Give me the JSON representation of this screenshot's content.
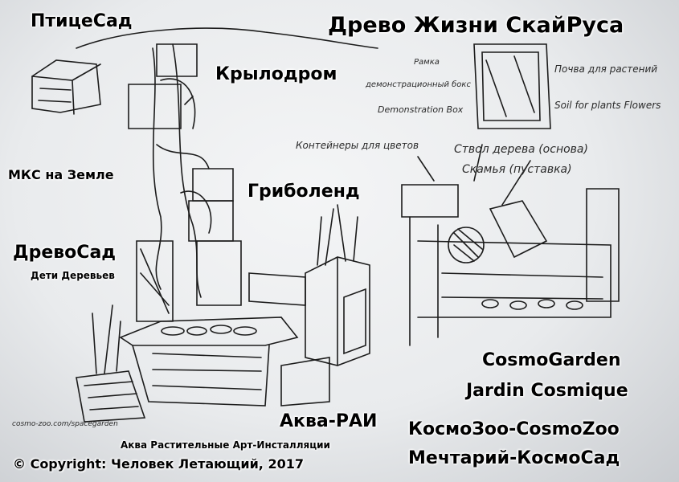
{
  "labels": {
    "title": "Древо Жизни СкайРуса",
    "ptitsesad": "ПтицеСад",
    "krylodrom": "Крылодром",
    "mks": "МКС на Земле",
    "gribolend": "Гриболенд",
    "drevosad": "ДревоСад",
    "deti": "Дети Деревьев",
    "cosmogarden": "CosmoGarden",
    "jardin": "Jardin Cosmique",
    "akvarai": "Аква-РАИ",
    "akva_sub": "Аква Растительные Арт-Инсталляции",
    "copyright": "© Copyright: Человек Летающий, 2017",
    "kosmozoo": "КосмоЗоо-CosmoZoo",
    "mechtariy": "Мечтарий-КосмоСад"
  },
  "handwriting": {
    "note_box": "демонстрационный бокс",
    "demo_box": "Demonstration Box",
    "ramka": "Рамка",
    "soil_ru": "Почва для растений",
    "soil_en": "Soil for plants Flowers",
    "containers": "Контейнеры для цветов",
    "trunk": "Ствол дерева (основа)",
    "bench": "Скамья (пуставка)",
    "url": "cosmo-zoo.com/spacegarden"
  },
  "colors": {
    "ink": "#1a1a1a",
    "paper": "#eef0f1"
  }
}
